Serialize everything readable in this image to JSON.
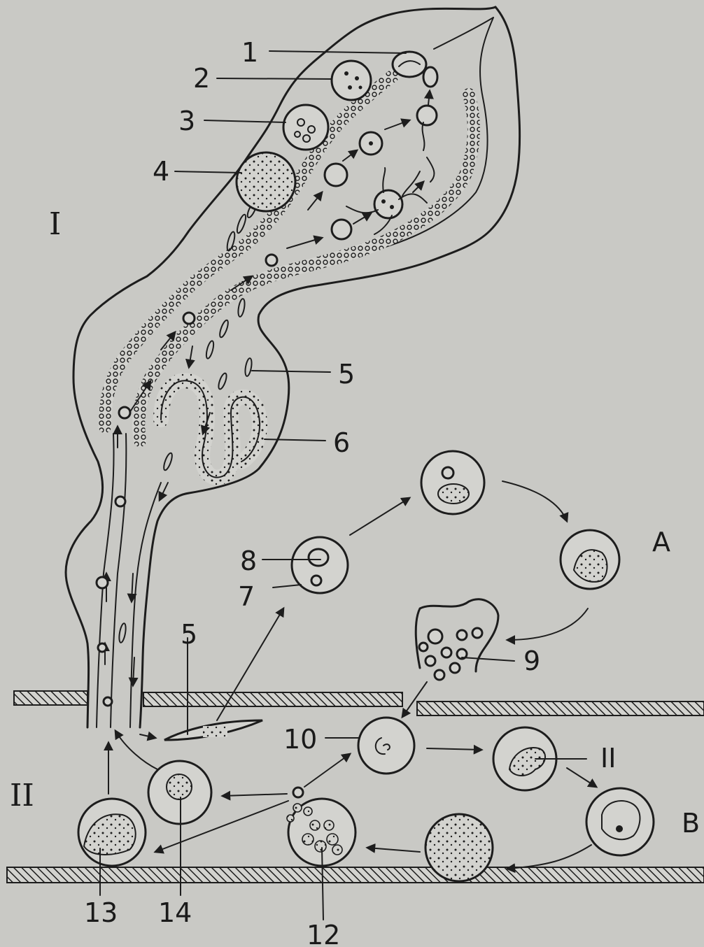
{
  "labels": {
    "section_one": "I",
    "section_two": "II",
    "cycle_a": "A",
    "cycle_b": "B",
    "n1": "1",
    "n2": "2",
    "n3": "3",
    "n4": "4",
    "n5_upper": "5",
    "n5_lower": "5",
    "n6": "6",
    "n7": "7",
    "n8": "8",
    "n9": "9",
    "n10": "10",
    "n11": "II",
    "n12": "12",
    "n13": "13",
    "n14": "14"
  },
  "colors": {
    "paper": "#c9c9c5",
    "ink": "#1d1d1d"
  }
}
